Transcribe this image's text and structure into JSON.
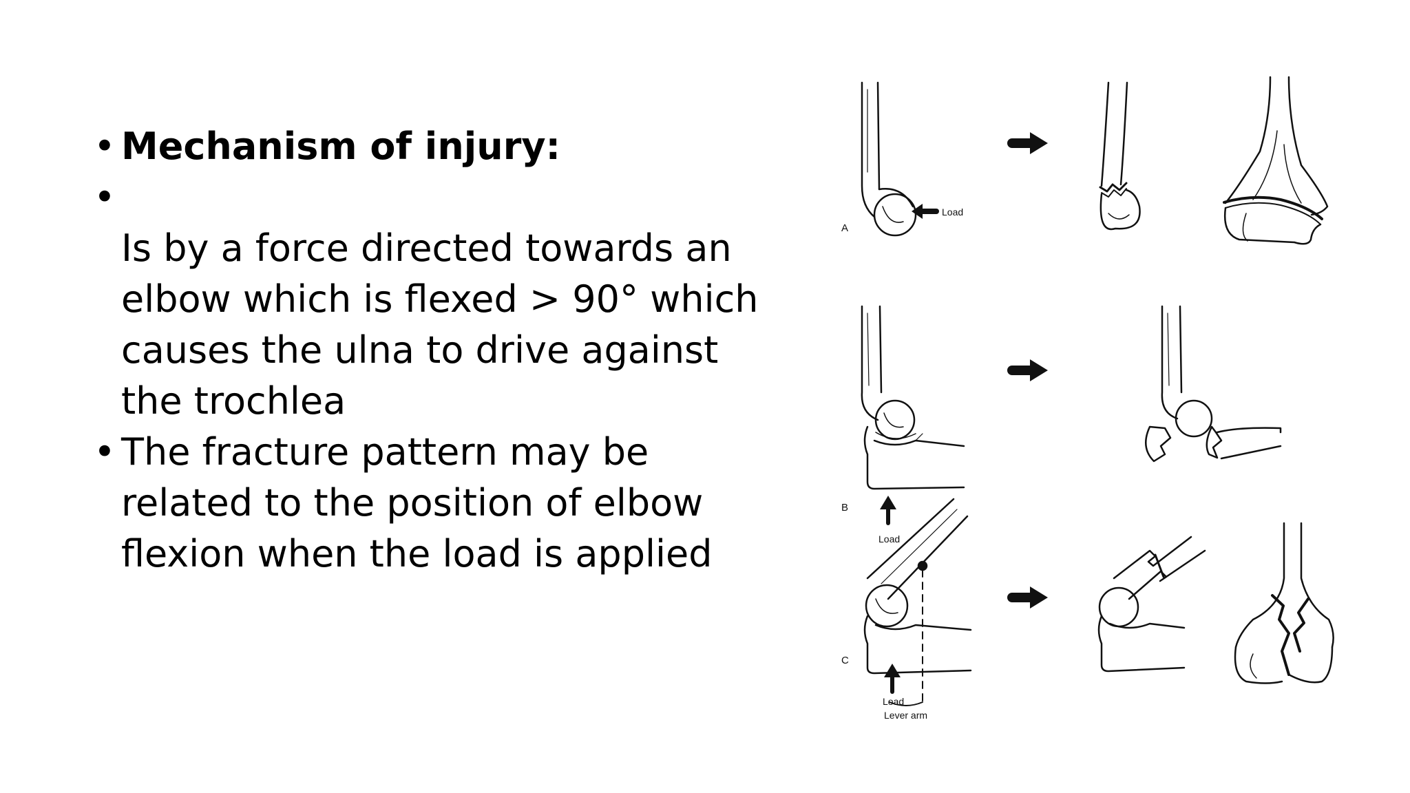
{
  "slide": {
    "heading": "Mechanism of injury:",
    "bullet_text": "Is by a force directed towards an elbow which is flexed > 90° which causes the ulna to drive against the trochlea",
    "bullet_text_lines": [
      "Is by a force directed towards an",
      "elbow which is flexed > 90° which",
      "causes the ulna to drive against",
      "the trochlea"
    ],
    "bullet_2_lines": [
      "The fracture pattern may be",
      "related to the position of  elbow",
      "flexion when the load is applied"
    ],
    "bullet_char": "•"
  },
  "figure": {
    "panel_a_label": "A",
    "panel_b_label": "B",
    "panel_c_label": "C",
    "load_label_a": "Load",
    "load_label_b": "Load",
    "load_label_c": "Load",
    "lever_arm_label": "Lever arm"
  }
}
